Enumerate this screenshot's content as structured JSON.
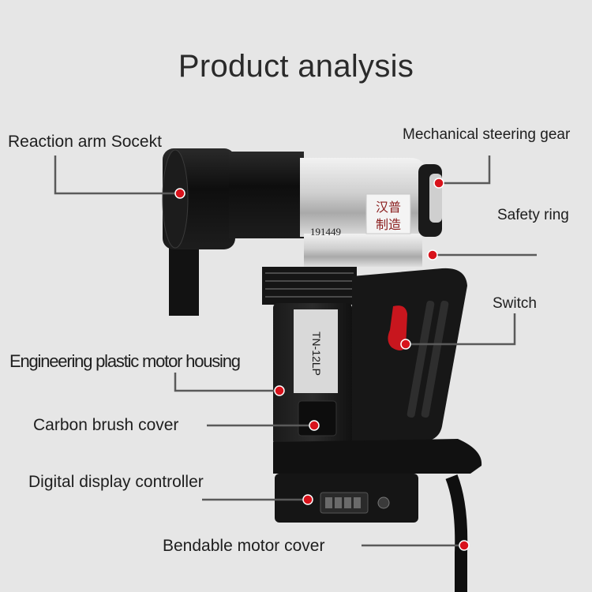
{
  "title": "Product analysis",
  "labels": {
    "reaction_arm": "Reaction arm Socekt",
    "steering_gear": "Mechanical steering gear",
    "safety_ring": "Safety ring",
    "switch": "Switch",
    "motor_housing": "Engineering plastic motor housing",
    "brush_cover": "Carbon brush cover",
    "display_controller": "Digital display controller",
    "motor_cover": "Bendable motor cover"
  },
  "tool_markings": {
    "serial": "191449",
    "logo_chars": "汉普制造",
    "model": "TN-12LP"
  },
  "colors": {
    "background": "#e6e6e6",
    "leader_line": "#5a5a5a",
    "dot": "#d8121b",
    "trigger": "#c8161e"
  }
}
